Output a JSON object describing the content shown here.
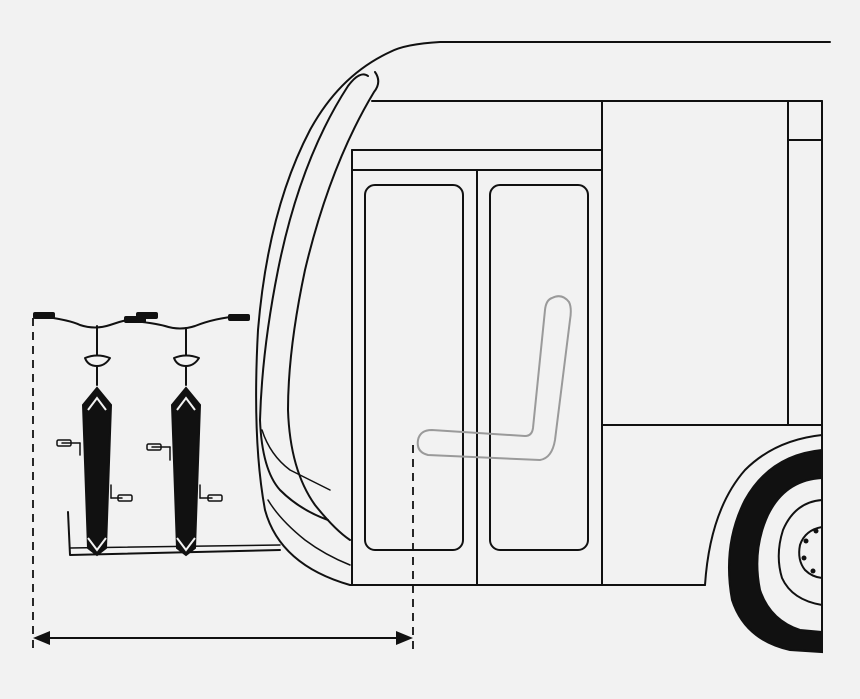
{
  "diagram": {
    "colors": {
      "background": "#f2f2f2",
      "line": "#111111",
      "seat_outline": "#9a9a9a",
      "tire": "#111111"
    },
    "parts": {
      "bus": [
        "bus-roof",
        "bus-front-curve",
        "bus-windshield",
        "bus-door-left",
        "bus-door-right",
        "bus-window-side",
        "bus-wheel"
      ],
      "bike_rack": [
        "bike-rack-frame",
        "bike-1",
        "bike-2"
      ],
      "interior": [
        "seat-outline"
      ],
      "dimension": [
        "dimension-arrow",
        "dimension-guide-left",
        "dimension-guide-right"
      ]
    },
    "bike_count": 2
  }
}
